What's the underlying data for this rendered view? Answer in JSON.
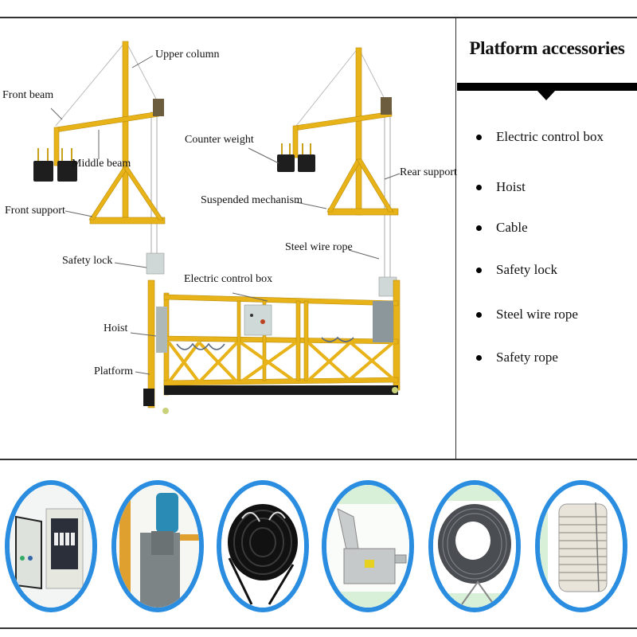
{
  "diagram": {
    "subject": "Suspended platform (gondola) with roof suspension mechanism",
    "callouts": [
      {
        "id": "upper-column",
        "label": "Upper column"
      },
      {
        "id": "front-beam",
        "label": "Front beam"
      },
      {
        "id": "middle-beam",
        "label": "Middle beam"
      },
      {
        "id": "counter-weight",
        "label": "Counter weight"
      },
      {
        "id": "rear-support",
        "label": "Rear support"
      },
      {
        "id": "front-support",
        "label": "Front support"
      },
      {
        "id": "suspended-mechanism",
        "label": "Suspended mechanism"
      },
      {
        "id": "steel-wire-rope",
        "label": "Steel wire rope"
      },
      {
        "id": "safety-lock",
        "label": "Safety lock"
      },
      {
        "id": "electric-control-box",
        "label": "Electric  control box"
      },
      {
        "id": "hoist",
        "label": "Hoist"
      },
      {
        "id": "platform",
        "label": "Platform"
      }
    ]
  },
  "panel": {
    "title": "Platform accessories",
    "items": [
      {
        "label": "Electric control box"
      },
      {
        "label": "Hoist"
      },
      {
        "label": "Cable"
      },
      {
        "label": "Safety lock"
      },
      {
        "label": "Steel wire rope"
      },
      {
        "label": "Safety rope"
      }
    ]
  },
  "thumbnails": [
    {
      "subject": "electric control box",
      "icon": "control-box-icon"
    },
    {
      "subject": "hoist motor",
      "icon": "hoist-icon"
    },
    {
      "subject": "cable coil",
      "icon": "cable-icon"
    },
    {
      "subject": "safety lock",
      "icon": "safety-lock-icon"
    },
    {
      "subject": "steel wire rope coil",
      "icon": "wire-rope-icon"
    },
    {
      "subject": "safety rope coil",
      "icon": "safety-rope-icon"
    }
  ],
  "colors": {
    "frame_yellow": "#e8b318",
    "ring_blue": "#2a8de0",
    "rule": "#333333"
  }
}
